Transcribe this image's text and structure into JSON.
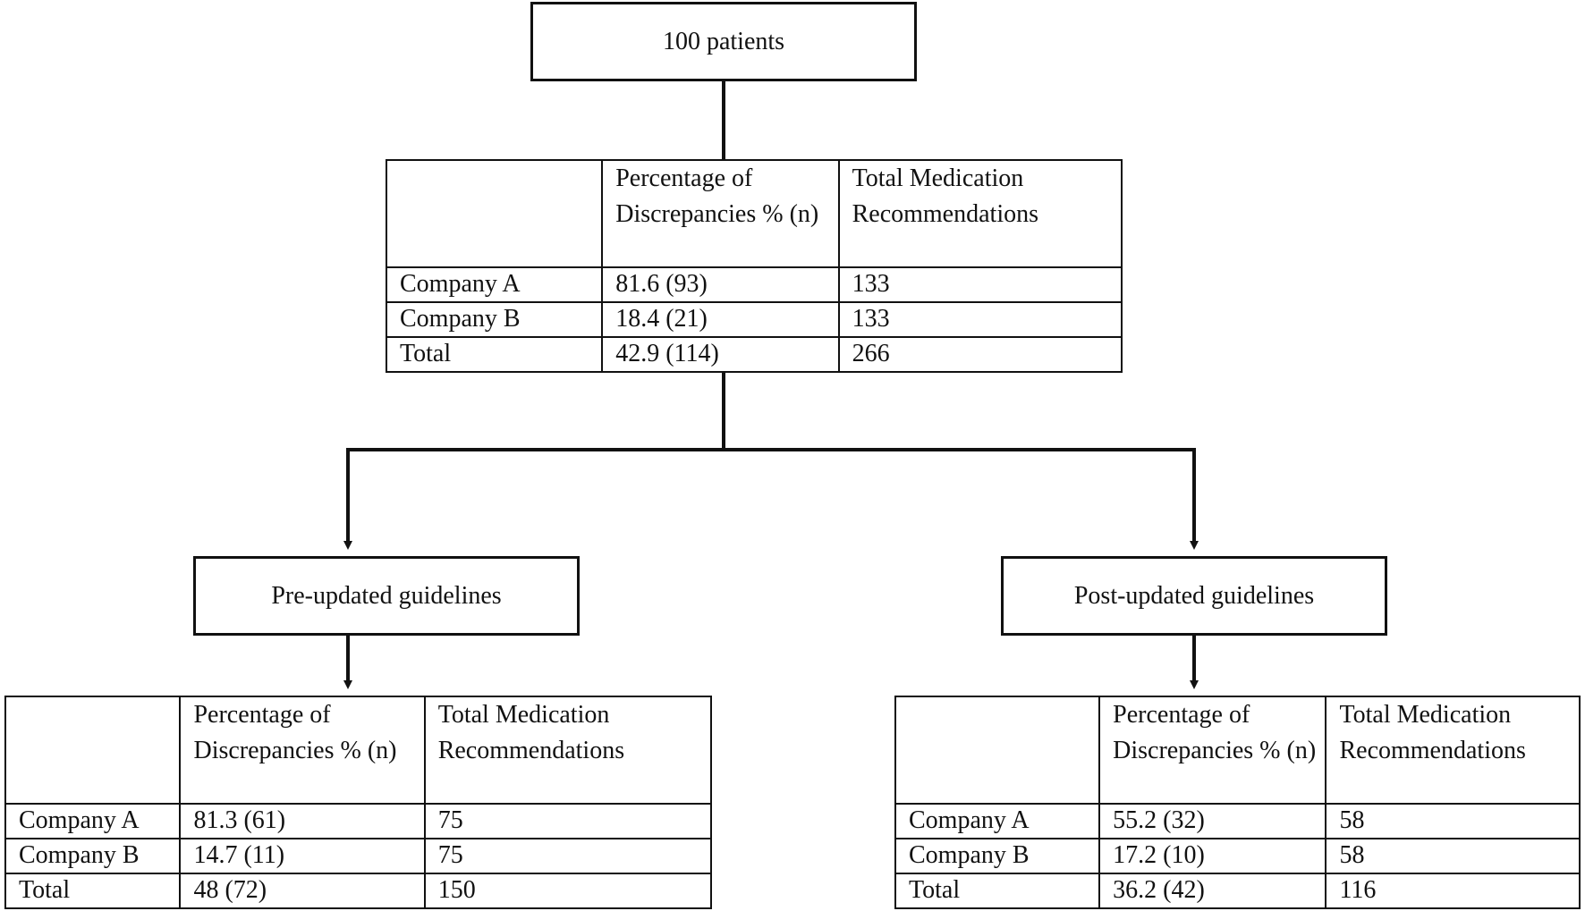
{
  "boxes": {
    "top": "100 patients",
    "pre": "Pre-updated guidelines",
    "post": "Post-updated guidelines"
  },
  "tables": {
    "top": {
      "headers": [
        "",
        "Percentage of Discrepancies % (n)",
        "Total Medication Recommendations"
      ],
      "rows": [
        [
          "Company A",
          "81.6 (93)",
          "133"
        ],
        [
          "Company B",
          "18.4 (21)",
          "133"
        ],
        [
          "Total",
          "42.9 (114)",
          "266"
        ]
      ]
    },
    "pre": {
      "headers": [
        "",
        "Percentage of Discrepancies % (n)",
        "Total Medication Recommendations"
      ],
      "rows": [
        [
          "Company A",
          "81.3 (61)",
          "75"
        ],
        [
          "Company B",
          "14.7 (11)",
          "75"
        ],
        [
          "Total",
          "48 (72)",
          "150"
        ]
      ]
    },
    "post": {
      "headers": [
        "",
        "Percentage of Discrepancies % (n)",
        "Total Medication Recommendations"
      ],
      "rows": [
        [
          "Company A",
          "55.2 (32)",
          "58"
        ],
        [
          "Company B",
          "17.2 (10)",
          "58"
        ],
        [
          "Total",
          "36.2 (42)",
          "116"
        ]
      ]
    }
  },
  "colors": {
    "line": "#111111",
    "background": "#ffffff"
  }
}
